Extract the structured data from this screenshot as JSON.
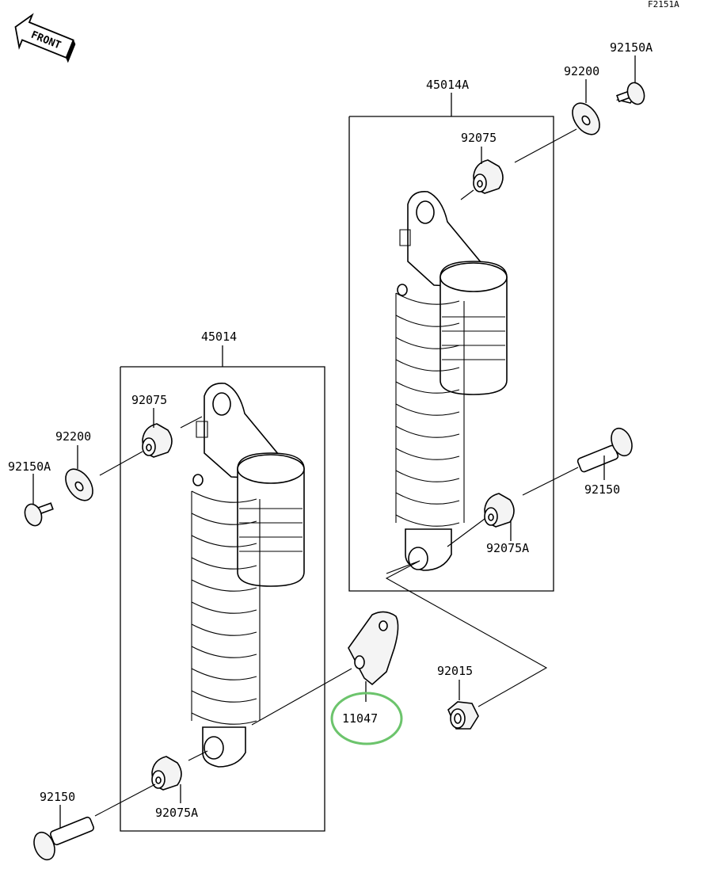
{
  "figure_id": "F2151A",
  "front_label": "FRONT",
  "highlight_color": "#6cc46c",
  "labels": {
    "right_assembly": "45014A",
    "left_assembly": "45014",
    "washer_top_right": "92200",
    "bolt_top_right": "92150A",
    "bushing_top_right": "92075",
    "bolt_lower_right": "92150",
    "bushing_lower_right": "92075A",
    "bushing_left_top": "92075",
    "washer_left": "92200",
    "bolt_left": "92150A",
    "bracket": "11047",
    "nut": "92015",
    "bolt_bottom_left": "92150",
    "bushing_bottom_left": "92075A"
  }
}
